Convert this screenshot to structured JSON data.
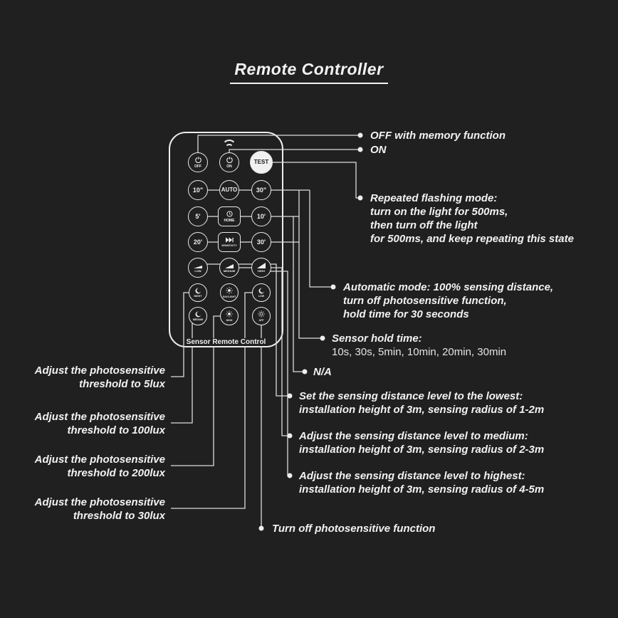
{
  "colors": {
    "background": "#202020",
    "foreground": "#f2f2f2",
    "connector_line": "#dcdcdc"
  },
  "title": "Remote Controller",
  "remote": {
    "bottom_label": "Sensor Remote Control",
    "buttons": {
      "off": "OFF",
      "on": "ON",
      "test": "TEST",
      "t10s": "10\"",
      "auto": "AUTO",
      "t30s": "30\"",
      "t5m": "5'",
      "home": "HOME",
      "t10m": "10'",
      "t20m": "20'",
      "sensitivity": "SENSITIVITY",
      "t30m": "30'",
      "low": "LOW",
      "medium": "MEDIUM",
      "high": "HIGH",
      "night": "NIGHT",
      "daylight": "DAY/LIGHT",
      "low2": "LOW",
      "medium2": "MEDIUM",
      "high2": "HIGH",
      "off2": "OFF"
    }
  },
  "annotations": {
    "off_memory": {
      "t": "OFF with memory function"
    },
    "on": {
      "t": "ON"
    },
    "flashing": {
      "l1": "Repeated flashing mode:",
      "l2": "turn on the light for 500ms,",
      "l3": "then turn off the light",
      "l4": "for 500ms, and keep repeating this state"
    },
    "automatic": {
      "l1": "Automatic mode: 100% sensing distance,",
      "l2": "turn off photosensitive function,",
      "l3": "hold time for 30 seconds"
    },
    "hold_time": {
      "l1": "Sensor hold time:",
      "l2": "10s, 30s, 5min, 10min, 20min, 30min"
    },
    "na": {
      "t": "N/A"
    },
    "distance_lowest": {
      "l1": "Set the sensing distance level to the lowest:",
      "l2": "installation height of 3m, sensing radius of 1-2m"
    },
    "distance_medium": {
      "l1": "Adjust the sensing distance level to medium:",
      "l2": "installation height of 3m, sensing radius of 2-3m"
    },
    "distance_highest": {
      "l1": "Adjust the sensing distance level to highest:",
      "l2": "installation height of 3m, sensing radius of 4-5m"
    },
    "photo_off": {
      "t": "Turn off photosensitive function"
    },
    "lux5": {
      "l1": "Adjust the photosensitive",
      "l2": "threshold to 5lux"
    },
    "lux100": {
      "l1": "Adjust the photosensitive",
      "l2": "threshold to 100lux"
    },
    "lux200": {
      "l1": "Adjust the photosensitive",
      "l2": "threshold to 200lux"
    },
    "lux30": {
      "l1": "Adjust the photosensitive",
      "l2": "threshold to 30lux"
    }
  }
}
